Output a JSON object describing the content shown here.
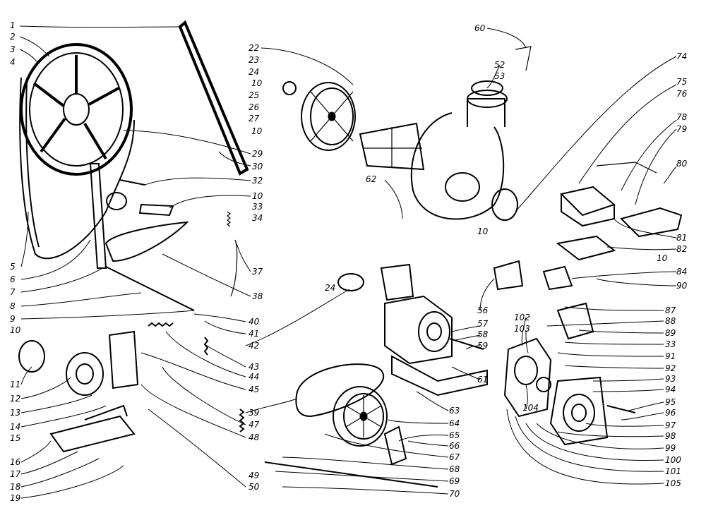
{
  "diagram": {
    "labels": [
      "1",
      "2",
      "3",
      "4",
      "5",
      "6",
      "7",
      "8",
      "9",
      "10",
      "11",
      "12",
      "13",
      "14",
      "15",
      "16",
      "17",
      "18",
      "19",
      "22",
      "23",
      "24",
      "10",
      "25",
      "26",
      "27",
      "10",
      "29",
      "30",
      "32",
      "10",
      "33",
      "34",
      "37",
      "38",
      "40",
      "41",
      "42",
      "43",
      "44",
      "45",
      "39",
      "47",
      "48",
      "49",
      "50",
      "60",
      "52",
      "53",
      "62",
      "74",
      "75",
      "76",
      "78",
      "79",
      "80",
      "81",
      "82",
      "10",
      "84",
      "90",
      "10",
      "24",
      "56",
      "57",
      "58",
      "59",
      "61",
      "63",
      "64",
      "65",
      "66",
      "67",
      "68",
      "69",
      "70",
      "87",
      "88",
      "89",
      "33",
      "91",
      "92",
      "93",
      "94",
      "95",
      "96",
      "97",
      "98",
      "99",
      "100",
      "101",
      "105",
      "102",
      "103",
      "104"
    ]
  }
}
